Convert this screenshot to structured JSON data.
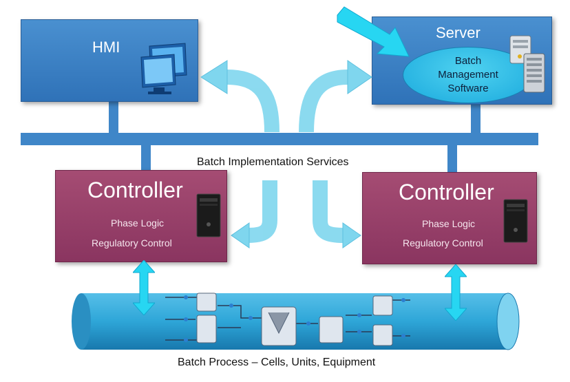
{
  "hmi": {
    "label": "HMI"
  },
  "server": {
    "label": "Server",
    "software": {
      "line1": "Batch",
      "line2": "Management",
      "line3": "Software"
    }
  },
  "bus": {
    "label": "Batch Implementation Services"
  },
  "controllers": [
    {
      "title": "Controller",
      "line1": "Phase Logic",
      "line2": "Regulatory Control"
    },
    {
      "title": "Controller",
      "line1": "Phase Logic",
      "line2": "Regulatory Control"
    }
  ],
  "process": {
    "label": "Batch Process – Cells, Units, Equipment"
  },
  "colors": {
    "blue_box": "#2f72b8",
    "controller": "#8a3560",
    "arrow": "#6fd0ec",
    "pipe": "#2ea6d8"
  }
}
